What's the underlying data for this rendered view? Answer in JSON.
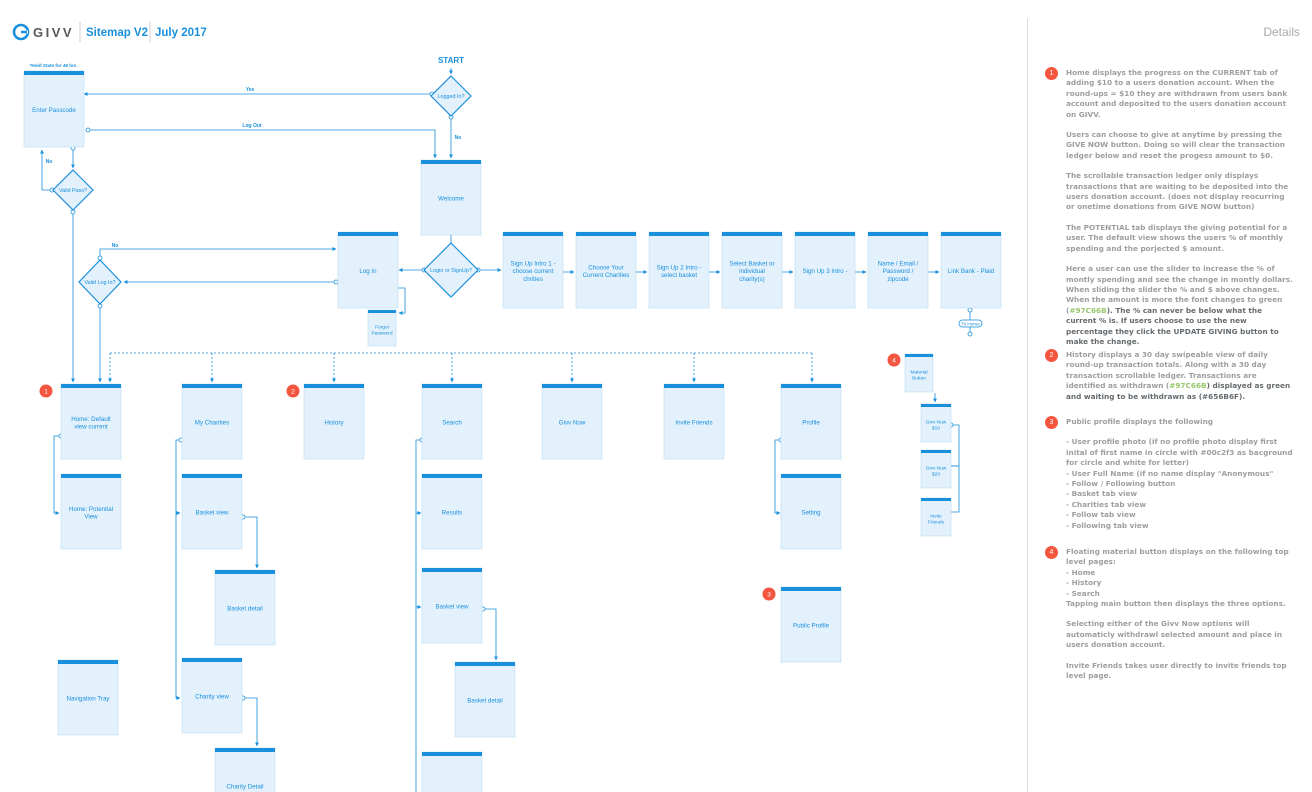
{
  "header": {
    "brand": "GIVV",
    "title": "Sitemap V2",
    "date": "July 2017",
    "details_title": "Details"
  },
  "colors": {
    "accent": "#1a8fdc",
    "screen_fill": "#e3f1fc",
    "screen_bar": "#1a8fdc",
    "badge": "#f4553e",
    "green_highlight": "#97C66B",
    "withdrawn_gray": "#656B6F"
  },
  "flow": {
    "start": "START",
    "hold_note": "*Hold State for 48 hrs",
    "logged_in": "Logged In?",
    "yes": "Yes",
    "no": "No",
    "log_out": "Log Out",
    "valid_pass": "Valid Pass?",
    "login_or_signup": "Login or SignUp?",
    "valid_login": "Valid Log In?",
    "to_home": "To Home"
  },
  "screens": {
    "enter_passcode": "Enter Passcode",
    "welcome": "Welcome",
    "log_in": "Log In",
    "forgot_password": "Forgot Password",
    "signup_intro_1": "Sign Up Intro 1 - choose current chrities",
    "choose_charities": "Choose Your Current Charities",
    "signup_intro_2": "Sign Up 2 Intro - select basket",
    "select_basket": "Select Basket or individual charity(s)",
    "signup_intro_3": "Sign Up 3 Intro -",
    "name_email": "Name / Email / Password / zipcode",
    "link_bank": "Link Bank - Plaid",
    "home_default": "Home: Default view current",
    "home_potential": "Home: Potential View",
    "my_charities": "My Charities",
    "basket_view": "Basket view",
    "basket_detail": "Basket detail",
    "charity_view": "Charity view",
    "charity_detail": "Charity Detail",
    "history": "History",
    "search": "Search",
    "results": "Results",
    "search_basket_view": "Basket view",
    "search_basket_detail": "Basket detail",
    "givv_now": "Givv Now",
    "invite_friends": "Invite Friends",
    "profile": "Profile",
    "setting": "Setting",
    "public_profile": "Public Profile",
    "navigation_tray": "Navigation Tray",
    "material_button": "Material Button",
    "givv_now_10": "Givv Now $10",
    "givv_now_20": "Givv Now $20",
    "invite_friends_small": "Invite Friends"
  },
  "badges": {
    "one": "1",
    "two": "2",
    "three": "3",
    "four": "4"
  },
  "notes": {
    "n1_p1": "Home displays the progress on the CURRENT tab of adding $10 to a users donation account. When the round-ups = $10 they are withdrawn from users bank account and deposited to the users donation account on GIVV.",
    "n1_p2": "Users can choose to give at anytime by pressing the GIVE NOW button. Doing so will clear the transaction ledger below and reset the progess amount to $0.",
    "n1_p3": "The scrollable transaction ledger only displays transactions that are waiting to be deposited into the users donation account. (does not display reocurring or onetime donations from GIVE NOW button)",
    "n1_p4": "The POTENTIAL tab displays the giving potential for a user. The default view shows the users % of monthly spending and the porjected $ amount.",
    "n1_p5a": "Here a user can use the slider to increase the % of montly spending and see the change in montly dollars. When sliding the slider the % and $ above changes. When the amount is more the font changes to green (",
    "n1_p5_color": "#97C66B",
    "n1_p5b": "). The % can never be below what the current % is. If users choose to use the new percentage they click the UPDATE GIVING button to make the change.",
    "n2_a": "History displays a 30 day swipeable view of daily round-up transaction totals. Along with a 30 day transaction scrollable ledger. Transactions are identified as withdrawn (",
    "n2_color1": "#97C66B",
    "n2_b": ") displayed as green and waiting to be withdrawn as (",
    "n2_color2": "#656B6F",
    "n2_c": ").",
    "n3_title": "Public profile displays the following",
    "n3_list": "- User profile photo (if no profile photo display first inital of first name in circle with #00c2f3 as bacground for circle and white for letter)\n- User Full Name (if no name display \"Anonymous\"\n- Follow / Following button\n- Basket tab view\n- Charities tab view\n- Follow tab view\n- Following tab view",
    "n4_p1": "Floating material button displays on the following top level pages:\n- Home\n- History\n- Search\nTapping main button then displays the three options.",
    "n4_p2": "Selecting either of the Givv Now options will automaticly withdrawl selected amount and place in users donation account.",
    "n4_p3": "Invite Friends takes user directly to invite friends top level page."
  }
}
